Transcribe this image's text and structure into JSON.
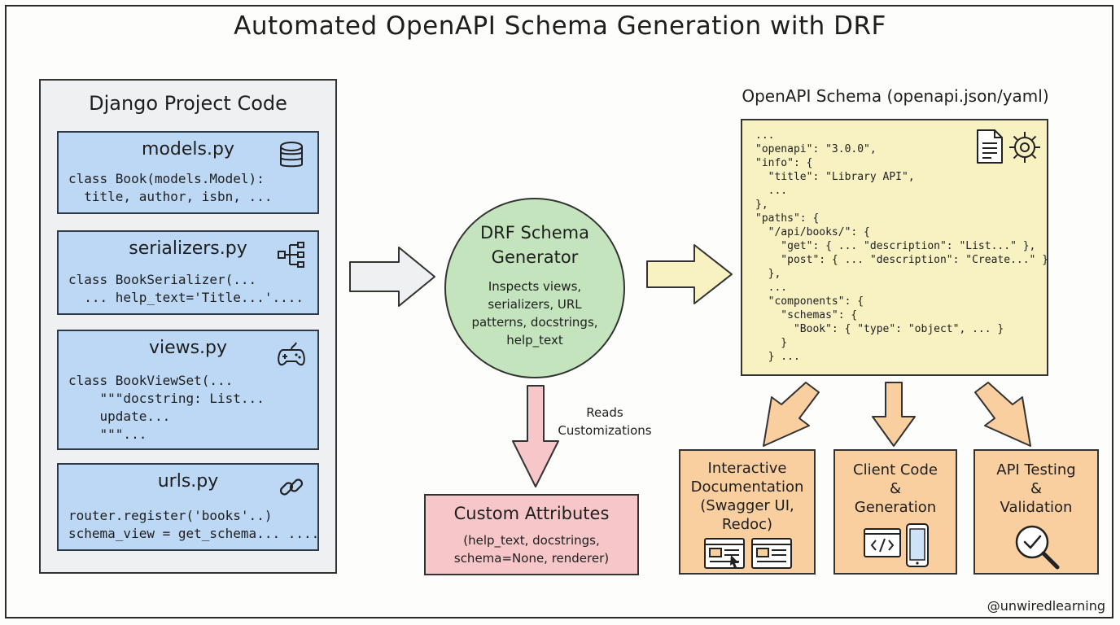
{
  "title": "Automated OpenAPI Schema Generation with DRF",
  "project": {
    "title": "Django Project Code",
    "files": [
      {
        "name": "models.py",
        "icon": "database-icon",
        "code": "class Book(models.Model):\n  title, author, isbn, ..."
      },
      {
        "name": "serializers.py",
        "icon": "data-flow-icon",
        "code": "class BookSerializer(...\n  ... help_text='Title...'...."
      },
      {
        "name": "views.py",
        "icon": "gamepad-icon",
        "code": "class BookViewSet(...\n    \"\"\"docstring: List...\n    update...\n    \"\"\"..."
      },
      {
        "name": "urls.py",
        "icon": "link-icon",
        "code": "router.register('books'..)\nschema_view = get_schema... ...."
      }
    ]
  },
  "generator": {
    "title": "DRF Schema\nGenerator",
    "description": "Inspects views,\nserializers, URL\npatterns, docstrings,\nhelp_text"
  },
  "reads_label": "Reads\nCustomizations",
  "custom": {
    "title": "Custom Attributes",
    "description": "(help_text, docstrings,\nschema=None, renderer)"
  },
  "schema": {
    "label": "OpenAPI Schema (openapi.json/yaml)",
    "icons": [
      "document-icon",
      "gear-icon"
    ],
    "lines": [
      "...",
      "\"openapi\": \"3.0.0\",",
      "\"info\": {",
      "  \"title\": \"Library API\",",
      "  ...",
      "},",
      "\"paths\": {",
      "  \"/api/books/\": {",
      "    \"get\": { ... \"description\": \"List...\" },",
      "    \"post\": { ... \"description\": \"Create...\" }",
      "  },",
      "  ...",
      "  \"components\": {",
      "    \"schemas\": {",
      "      \"Book\": { \"type\": \"object\", ... }",
      "    }",
      "  } ..."
    ]
  },
  "outputs": [
    {
      "text": "Interactive\nDocumentation\n(Swagger UI,\nRedoc)",
      "icon": "browser-windows-icon"
    },
    {
      "text": "Client Code\n&\nGeneration",
      "icon": "code-devices-icon"
    },
    {
      "text": "API Testing\n&\nValidation",
      "icon": "magnifier-check-icon"
    }
  ],
  "signature": "@unwiredlearning",
  "colors": {
    "file_card": "#bcd8f5",
    "generator": "#c3e4bd",
    "custom": "#f6c6c9",
    "schema": "#f8f2c2",
    "outputs": "#f9cf9f"
  }
}
